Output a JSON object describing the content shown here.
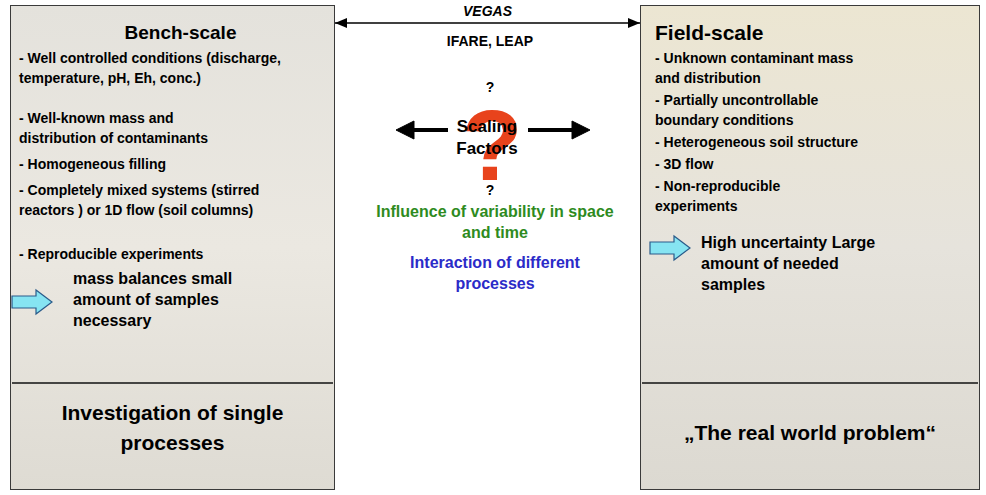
{
  "diagram": {
    "nodes": [
      {
        "text": [
          "Bench-scale",
          "- Well controlled conditions (discharge, temperature, pH, Eh, conc.)",
          "- Well-known mass and distribution of contaminants",
          "- Homogeneous filling",
          "- Completely mixed systems (stirred reactors ) or 1D flow (soil columns)",
          "- Reproducible experiments",
          "mass balances small amount of samples necessary",
          "Investigation of single processes"
        ]
      },
      {
        "text": [
          "Field-scale",
          "- Unknown contaminant mass and distribution",
          "- Partially uncontrollable boundary conditions",
          "- Heterogeneous soil structure",
          "- 3D flow",
          "- Non-reproducible experiments",
          "High uncertainty Large amount of needed samples",
          "„The real world problem“"
        ]
      }
    ],
    "edges": [
      {
        "from": 0,
        "to": 1,
        "arrow": "both",
        "label": "VEGAS"
      }
    ],
    "labels": [
      "IFARE, LEAP",
      "?",
      "?",
      "Scaling Factors",
      "?",
      "Influence of variability in space and time",
      "Interaction of different processes"
    ]
  }
}
